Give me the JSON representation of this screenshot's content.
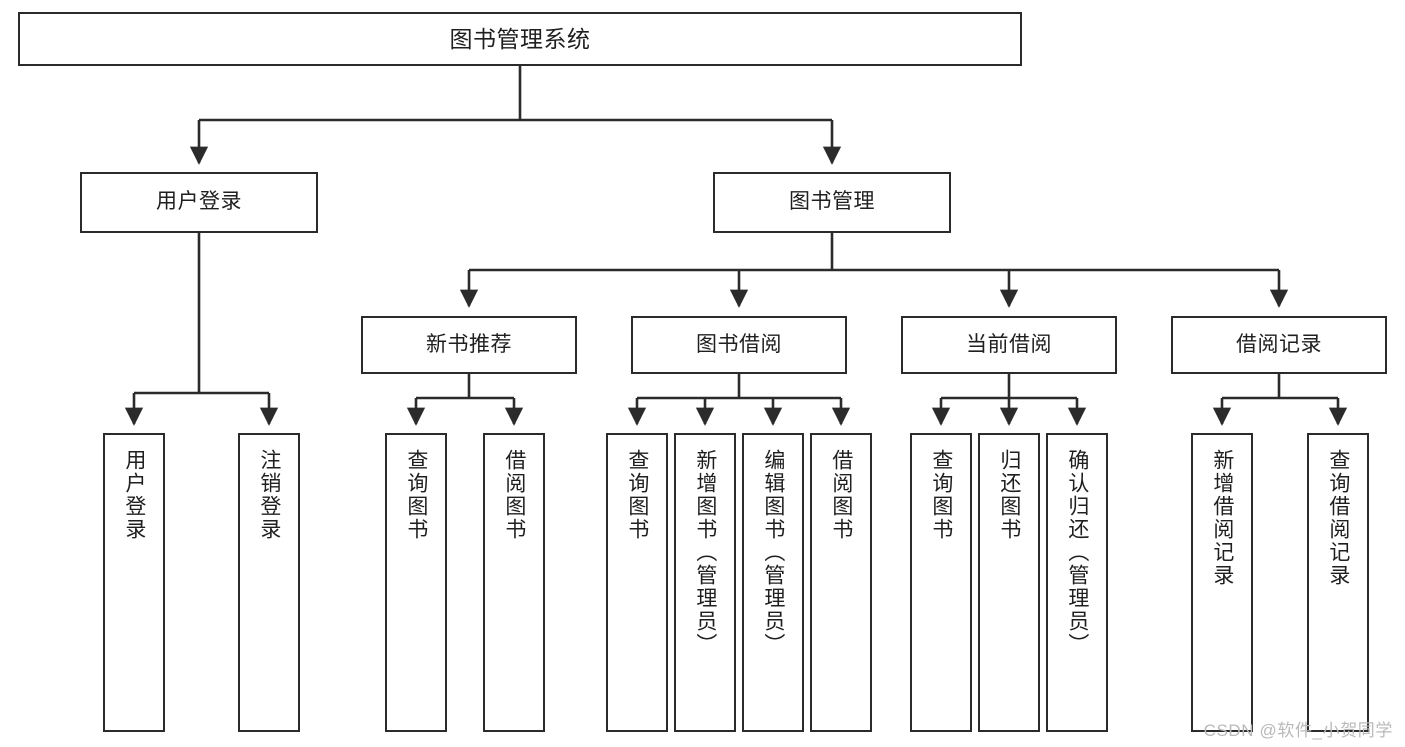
{
  "diagram": {
    "title": "图书管理系统",
    "type": "tree",
    "background_color": "#ffffff",
    "line_color": "#2b2b2b",
    "box_border_color": "#2b2b2b",
    "box_fill_color": "#ffffff",
    "text_color": "#1f1f1f"
  },
  "nodes": {
    "root": {
      "label": "图书管理系统"
    },
    "level2": [
      {
        "label": "用户登录"
      },
      {
        "label": "图书管理"
      }
    ],
    "level3": [
      {
        "label": "新书推荐"
      },
      {
        "label": "图书借阅"
      },
      {
        "label": "当前借阅"
      },
      {
        "label": "借阅记录"
      }
    ],
    "leaves": {
      "user_login": [
        {
          "label": "用户登录"
        },
        {
          "label": "注销登录"
        }
      ],
      "new_book_recommend": [
        {
          "label": "查询图书"
        },
        {
          "label": "借阅图书"
        }
      ],
      "book_borrow": [
        {
          "label": "查询图书"
        },
        {
          "label": "新增图书（管理员）"
        },
        {
          "label": "编辑图书（管理员）"
        },
        {
          "label": "借阅图书"
        }
      ],
      "current_borrow": [
        {
          "label": "查询图书"
        },
        {
          "label": "归还图书"
        },
        {
          "label": "确认归还（管理员）"
        }
      ],
      "borrow_record": [
        {
          "label": "新增借阅记录"
        },
        {
          "label": "查询借阅记录"
        }
      ]
    }
  },
  "watermark": {
    "text": "CSDN @软件_小贺同学"
  }
}
